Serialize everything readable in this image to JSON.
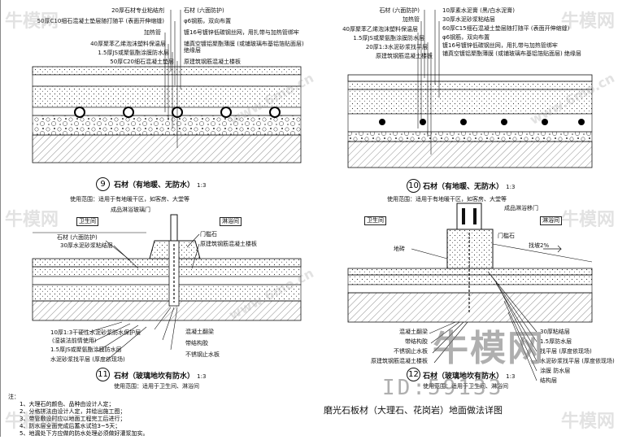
{
  "drawing_title": "磨光石板材（大理石、花岗岩）地面做法详图",
  "watermark": {
    "text": "牛模网",
    "id": "ID:59133",
    "site": "www.6mo.cn"
  },
  "detail9": {
    "num": "9",
    "title": "石材（有地暖、无防水）",
    "scale": "1:3",
    "left_labels": [
      "20厚石材专业粘结剂",
      "50厚C10细石混凝土垫层随打随平 (表面开伸缩缝)",
      "加热管",
      "40厚聚苯乙烯泡沫塑料保温层",
      "1.5厚JS或聚氨酯涂膜防水层",
      "50厚C20细石混凝土垫层"
    ],
    "right_labels": [
      "石材 (六面防护)",
      "φ6钢筋，双向布置",
      "镀16号镀锌低碳钢丝网，用扎带与加热管绑牢",
      "铺真空镀铝聚酯薄膜 (或铺玻璃布基铝箔贴面层) 绝缘层",
      "原建筑钢筋混凝土楼板"
    ]
  },
  "detail10": {
    "num": "10",
    "title": "石材（有地暖、无防水）",
    "scale": "1:3",
    "use": "使用范围：适用于有地暖干区，如客房、大堂等",
    "left_labels": [
      "石材 (六面防护)",
      "加热管",
      "40厚聚苯乙烯泡沫塑料保温层",
      "1.5厚JS或聚氨酯涂膜防水层",
      "20厚1:3水泥砂浆找平层",
      "原建筑钢筋混凝土楼板"
    ],
    "right_labels": [
      "10厚素水泥膏 (黑/白水泥膏)",
      "30厚水泥砂浆粘结层",
      "60厚C15细石混凝土垫层随打随平 (表面开伸缩缝)",
      "φ6钢筋，双向布置",
      "镀16号镀锌低碳钢丝网，用扎带与加热管绑牢",
      "铺真空镀铝聚酯薄膜 (或铺玻璃布基铝箔贴面层) 绝缘层"
    ]
  },
  "detail11": {
    "num": "11",
    "title": "石材（玻璃地坎有防水）",
    "scale": "1:3",
    "use_top": "使用范围：适用于有地暖干区，如客房、大堂等",
    "use": "使用范围：适用于卫生间、淋浴间",
    "room_left": "卫生间",
    "room_right": "淋浴间",
    "glass": "成品淋浴玻璃门",
    "left_top_labels": [
      "石材 (六面防护)",
      "30厚水泥砂浆粘结层"
    ],
    "right_top_labels": [
      "门槛石",
      "原建筑钢筋混凝土楼板"
    ],
    "left_bottom_labels": [
      "10厚1:3干硬性水泥砂浆防水保护层",
      "(湿装法前情使用)",
      "1.5厚JS或聚氨酯涂膜防水层",
      "水泥砂浆找平层 (厚度依现场)"
    ],
    "right_bottom_labels": [
      "混凝土翻梁",
      "带结构胶",
      "不锈钢止水板"
    ]
  },
  "detail12": {
    "num": "12",
    "title": "石材（玻璃地坎有防水）",
    "scale": "1:3",
    "use": "使用范围：适用于卫生间、淋浴间",
    "room_left": "卫生间",
    "room_right": "淋浴间",
    "glass": "成品淋浴移门",
    "stone": "门槛石",
    "floor_drain": "地砖",
    "slope": "找坡2%",
    "left_labels": [
      "混凝土翻梁",
      "带结构胶",
      "不锈钢止水板",
      "原建筑钢筋混凝土楼板"
    ],
    "right_labels": [
      "30厚粘结层",
      "1.5厚防水层",
      "找平层 (厚度依现场)",
      "水泥砂浆找平层 (厚度依现场)",
      "涂膜 防水层",
      "结构层"
    ]
  },
  "notes": {
    "heading": "注：",
    "items": [
      "1、大理石的颜色、品种由设计人定；",
      "2、分格拼法由设计人定，并绘出施工图；",
      "3、带管敷设时应以地面工程完工后进行；",
      "4、防水层全面完成后蓄水试验3~5天；",
      "5、地漏处下方应做的防水处理必须做好灌浆加实。"
    ]
  },
  "colors": {
    "line": "#111111",
    "hatch": "#444444",
    "heating_pipe": "#000000",
    "watermark": "#999999"
  }
}
